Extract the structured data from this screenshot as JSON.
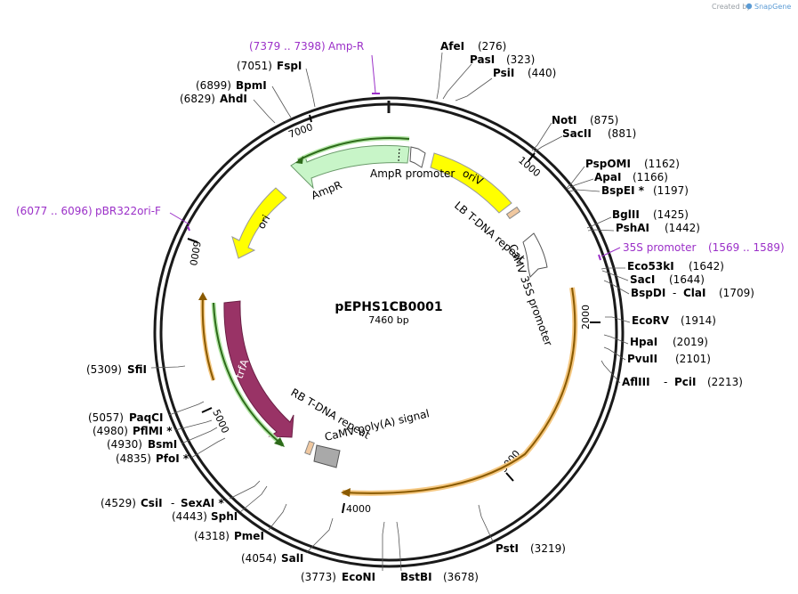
{
  "credit": {
    "prefix": "Created by",
    "brand": "SnapGene"
  },
  "plasmid": {
    "name": "pEPHS1CB0001",
    "size": "7460 bp"
  },
  "ticks": [
    "1000",
    "2000",
    "3000",
    "4000",
    "5000",
    "6000",
    "7000"
  ],
  "sites": [
    {
      "name": "AfeI",
      "pos": "(276)"
    },
    {
      "name": "PasI",
      "pos": "(323)"
    },
    {
      "name": "PsiI",
      "pos": "(440)"
    },
    {
      "name": "NotI",
      "pos": "(875)"
    },
    {
      "name": "SacII",
      "pos": "(881)"
    },
    {
      "name": "PspOMI",
      "pos": "(1162)"
    },
    {
      "name": "ApaI",
      "pos": "(1166)"
    },
    {
      "name": "BspEI *",
      "pos": "(1197)"
    },
    {
      "name": "BglII",
      "pos": "(1425)"
    },
    {
      "name": "PshAI",
      "pos": "(1442)"
    },
    {
      "name": "Eco53kI",
      "pos": "(1642)"
    },
    {
      "name": "SacI",
      "pos": "(1644)"
    },
    {
      "name": "BspDI",
      "sep": "-",
      "name2": "ClaI",
      "pos": "(1709)"
    },
    {
      "name": "EcoRV",
      "pos": "(1914)"
    },
    {
      "name": "HpaI",
      "pos": "(2019)"
    },
    {
      "name": "PvuII",
      "pos": "(2101)"
    },
    {
      "name": "AflIII",
      "sep": "-",
      "name2": "PciI",
      "pos": "(2213)"
    },
    {
      "name": "PstI",
      "pos": "(3219)"
    },
    {
      "name": "BstBI",
      "pos": "(3678)"
    },
    {
      "name": "EcoNI",
      "pos": "(3773)"
    },
    {
      "name": "SalI",
      "pos": "(4054)"
    },
    {
      "name": "PmeI",
      "pos": "(4318)"
    },
    {
      "name": "SphI",
      "pos": "(4443)"
    },
    {
      "name": "CsiI",
      "sep": "-",
      "name2": "SexAI *",
      "pos": "(4529)"
    },
    {
      "name": "PfoI *",
      "pos": "(4835)"
    },
    {
      "name": "BsmI",
      "pos": "(4930)"
    },
    {
      "name": "PflMI *",
      "pos": "(4980)"
    },
    {
      "name": "PaqCI",
      "pos": "(5057)"
    },
    {
      "name": "SfiI",
      "pos": "(5309)"
    },
    {
      "name": "AhdI",
      "pos": "(6829)"
    },
    {
      "name": "BpmI",
      "pos": "(6899)"
    },
    {
      "name": "FspI",
      "pos": "(7051)"
    }
  ],
  "primers": [
    {
      "name": "Amp-R",
      "range": "(7379 .. 7398)"
    },
    {
      "name": "pBR322ori-F",
      "range": "(6077 .. 6096)"
    },
    {
      "name": "35S promoter",
      "range": "(1569 .. 1589)"
    }
  ],
  "features": {
    "ampr_promoter": "AmpR promoter",
    "ampr": "AmpR",
    "oriv": "oriV",
    "lb": "LB T-DNA repeat",
    "camv35s": "CaMV 35S promoter",
    "ori": "ori",
    "trfa": "trfA",
    "rb": "RB T-DNA repeat",
    "polya": "CaMV poly(A) signal"
  },
  "colors": {
    "backbone": "#1a1a1a",
    "ampr": "#c8f5c8",
    "ori": "#ffff00",
    "trfa": "#993366",
    "orf": "#f5c882",
    "primer": "#9b30c8",
    "polya": "#a9a9a9",
    "lb": "#f0c8a0"
  }
}
